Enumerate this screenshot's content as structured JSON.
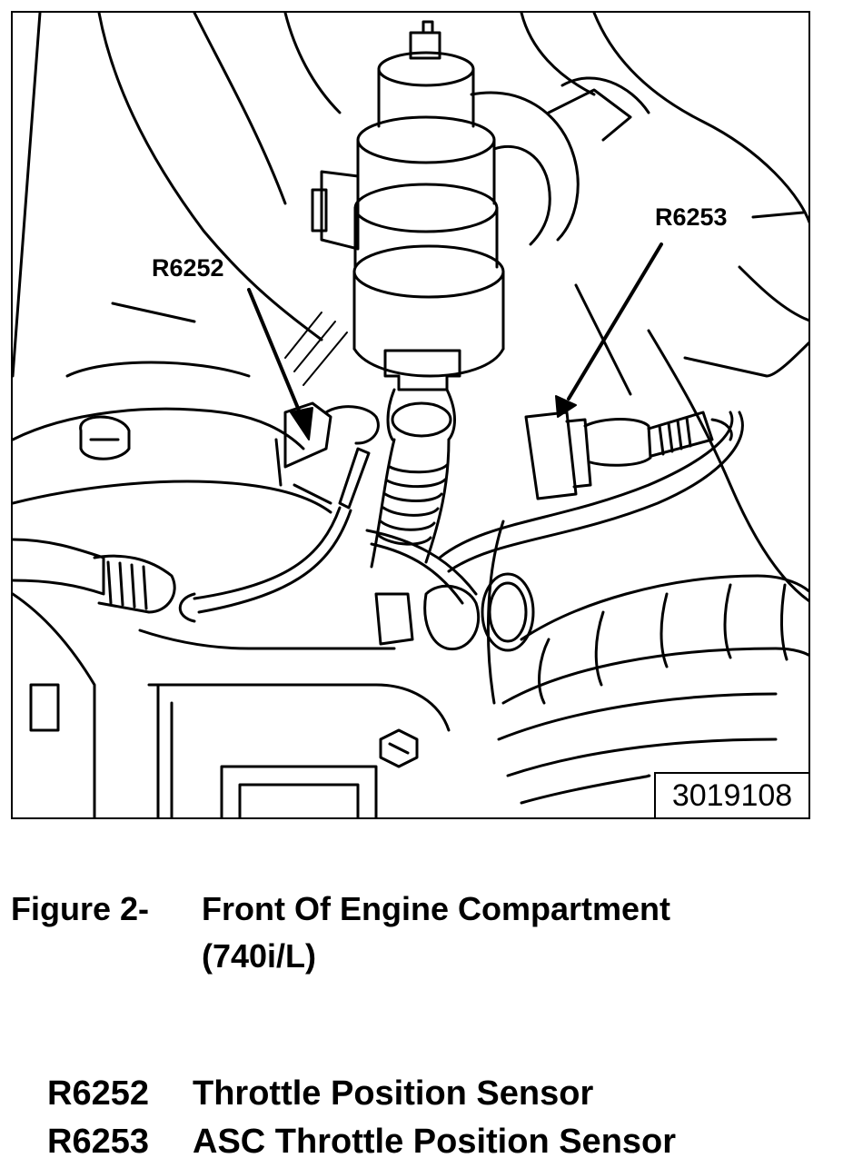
{
  "figure": {
    "image_number": "3019108",
    "callouts": [
      {
        "id": "R6252"
      },
      {
        "id": "R6253"
      }
    ]
  },
  "caption": {
    "prefix": "Figure 2-",
    "title_line1": "Front Of Engine Compartment",
    "title_line2": "(740i/L)"
  },
  "legend": [
    {
      "code": "R6252",
      "description": "Throttle Position Sensor"
    },
    {
      "code": "R6253",
      "description": "ASC Throttle Position Sensor"
    }
  ]
}
